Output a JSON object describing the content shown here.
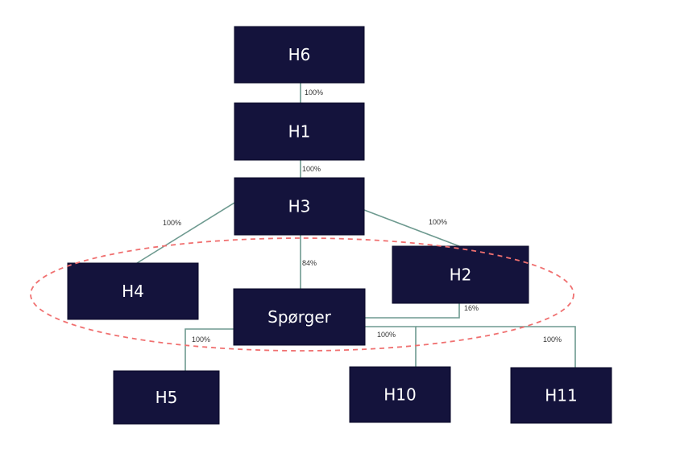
{
  "diagram": {
    "title": "",
    "nodes": [
      {
        "id": "H6",
        "label": "H6"
      },
      {
        "id": "H1",
        "label": "H1"
      },
      {
        "id": "H3",
        "label": "H3"
      },
      {
        "id": "H4",
        "label": "H4"
      },
      {
        "id": "H2",
        "label": "H2"
      },
      {
        "id": "Sporger",
        "label": "Spørger"
      },
      {
        "id": "H5",
        "label": "H5"
      },
      {
        "id": "H10",
        "label": "H10"
      },
      {
        "id": "H11",
        "label": "H11"
      }
    ],
    "edges": [
      {
        "from": "H6",
        "to": "H1",
        "label": "100%"
      },
      {
        "from": "H1",
        "to": "H3",
        "label": "100%"
      },
      {
        "from": "H3",
        "to": "H4",
        "label": "100%"
      },
      {
        "from": "H3",
        "to": "H2",
        "label": "100%"
      },
      {
        "from": "H3",
        "to": "Sporger",
        "label": "84%"
      },
      {
        "from": "H2",
        "to": "Sporger",
        "label": "16%"
      },
      {
        "from": "Sporger",
        "to": "H5",
        "label": "100%"
      },
      {
        "from": "Sporger",
        "to": "H10",
        "label": "100%"
      },
      {
        "from": "Sporger",
        "to": "H11",
        "label": "100%"
      }
    ],
    "highlight_group": {
      "members": [
        "H4",
        "Sporger",
        "H2"
      ],
      "style": "dashed-ellipse",
      "color": "#f07070"
    },
    "colors": {
      "node_fill": "#14133c",
      "node_text": "#ffffff",
      "edge": "#6e9a90"
    }
  }
}
